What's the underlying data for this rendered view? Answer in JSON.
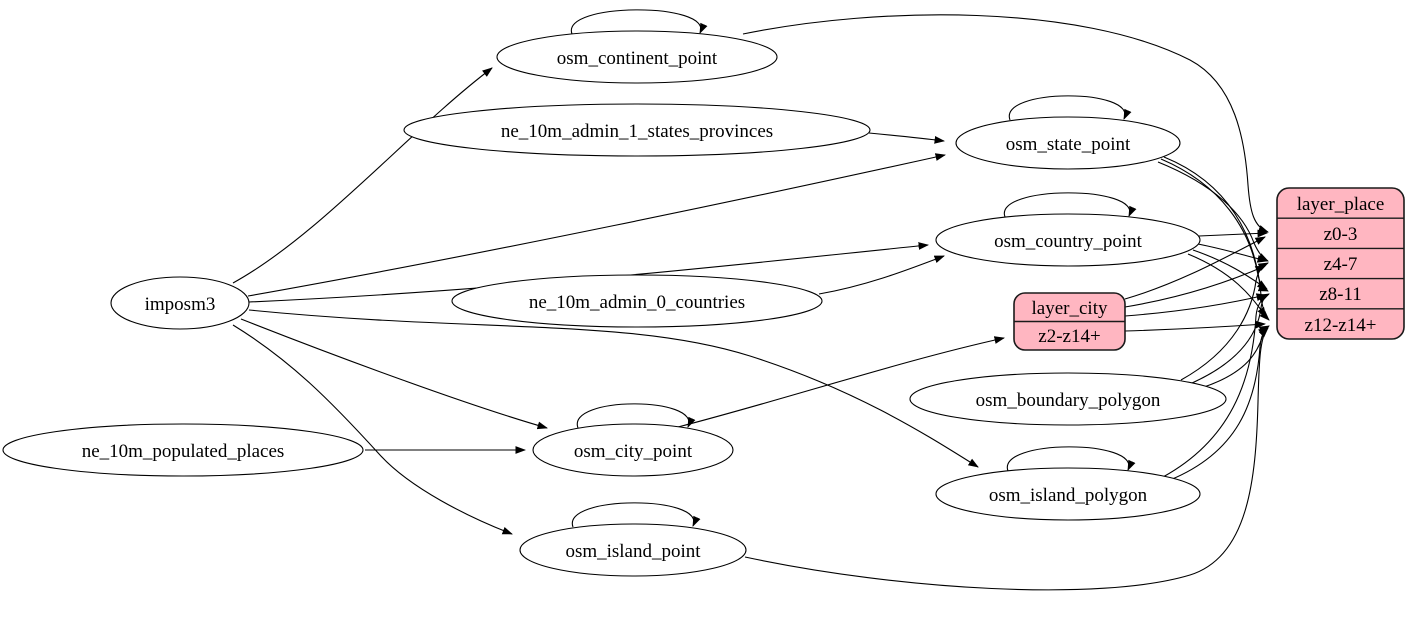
{
  "colors": {
    "background": "#ffffff",
    "node_fill": "#ffffff",
    "record_fill": "#ffb6c1",
    "edge_stroke": "#000000"
  },
  "nodes": {
    "imposm3": {
      "label": "imposm3"
    },
    "ne_10m_admin_1_states_provinces": {
      "label": "ne_10m_admin_1_states_provinces"
    },
    "ne_10m_admin_0_countries": {
      "label": "ne_10m_admin_0_countries"
    },
    "ne_10m_populated_places": {
      "label": "ne_10m_populated_places"
    },
    "osm_continent_point": {
      "label": "osm_continent_point"
    },
    "osm_state_point": {
      "label": "osm_state_point"
    },
    "osm_country_point": {
      "label": "osm_country_point"
    },
    "osm_city_point": {
      "label": "osm_city_point"
    },
    "osm_island_point": {
      "label": "osm_island_point"
    },
    "osm_boundary_polygon": {
      "label": "osm_boundary_polygon"
    },
    "osm_island_polygon": {
      "label": "osm_island_polygon"
    }
  },
  "records": {
    "layer_city": {
      "title": "layer_city",
      "rows": [
        "z2-z14+"
      ]
    },
    "layer_place": {
      "title": "layer_place",
      "rows": [
        "z0-3",
        "z4-7",
        "z8-11",
        "z12-z14+"
      ]
    }
  },
  "edges": [
    {
      "from": "imposm3",
      "to": "osm_continent_point"
    },
    {
      "from": "imposm3",
      "to": "osm_state_point"
    },
    {
      "from": "imposm3",
      "to": "osm_country_point"
    },
    {
      "from": "imposm3",
      "to": "osm_city_point"
    },
    {
      "from": "imposm3",
      "to": "osm_island_point"
    },
    {
      "from": "imposm3",
      "to": "osm_island_polygon"
    },
    {
      "from": "ne_10m_admin_1_states_provinces",
      "to": "osm_state_point"
    },
    {
      "from": "ne_10m_admin_0_countries",
      "to": "osm_country_point"
    },
    {
      "from": "ne_10m_populated_places",
      "to": "osm_city_point"
    },
    {
      "from": "osm_continent_point",
      "to": "osm_continent_point"
    },
    {
      "from": "osm_state_point",
      "to": "osm_state_point"
    },
    {
      "from": "osm_country_point",
      "to": "osm_country_point"
    },
    {
      "from": "osm_city_point",
      "to": "osm_city_point"
    },
    {
      "from": "osm_island_point",
      "to": "osm_island_point"
    },
    {
      "from": "osm_island_polygon",
      "to": "osm_island_polygon"
    },
    {
      "from": "osm_continent_point",
      "to": "layer_place",
      "port": "z0-3"
    },
    {
      "from": "osm_country_point",
      "to": "layer_place",
      "port": "z0-3"
    },
    {
      "from": "osm_country_point",
      "to": "layer_place",
      "port": "z4-7"
    },
    {
      "from": "osm_country_point",
      "to": "layer_place",
      "port": "z8-11"
    },
    {
      "from": "osm_country_point",
      "to": "layer_place",
      "port": "z12-z14+"
    },
    {
      "from": "osm_state_point",
      "to": "layer_place",
      "port": "z4-7"
    },
    {
      "from": "osm_state_point",
      "to": "layer_place",
      "port": "z8-11"
    },
    {
      "from": "osm_state_point",
      "to": "layer_place",
      "port": "z12-z14+"
    },
    {
      "from": "osm_city_point",
      "to": "layer_city",
      "port": "z2-z14+"
    },
    {
      "from": "layer_city",
      "to": "layer_place",
      "port": "z0-3"
    },
    {
      "from": "layer_city",
      "to": "layer_place",
      "port": "z4-7"
    },
    {
      "from": "layer_city",
      "to": "layer_place",
      "port": "z8-11"
    },
    {
      "from": "layer_city",
      "to": "layer_place",
      "port": "z12-z14+"
    },
    {
      "from": "osm_boundary_polygon",
      "to": "layer_place",
      "port": "z4-7"
    },
    {
      "from": "osm_boundary_polygon",
      "to": "layer_place",
      "port": "z8-11"
    },
    {
      "from": "osm_boundary_polygon",
      "to": "layer_place",
      "port": "z12-z14+"
    },
    {
      "from": "osm_island_polygon",
      "to": "layer_place",
      "port": "z8-11"
    },
    {
      "from": "osm_island_polygon",
      "to": "layer_place",
      "port": "z12-z14+"
    },
    {
      "from": "osm_island_point",
      "to": "layer_place",
      "port": "z12-z14+"
    }
  ]
}
